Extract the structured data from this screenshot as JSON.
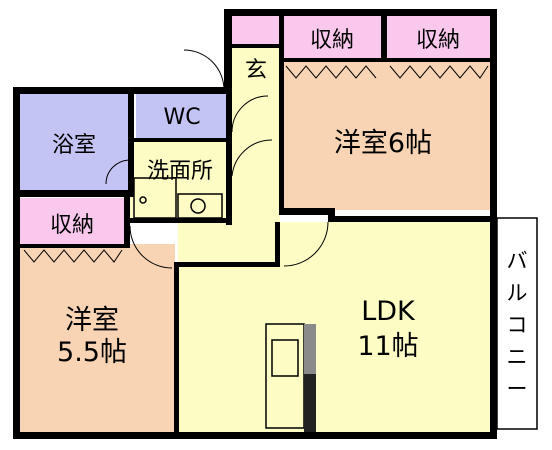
{
  "colors": {
    "bedroom": "#f9d4b4",
    "ldk": "#fcfcc4",
    "bath": "#c4c4f4",
    "closet": "#f9c8ec",
    "hall": "#fcfcc4",
    "balcony": "#ffffff",
    "wall": "#000000"
  },
  "rooms": {
    "storage_top_left": "収納",
    "storage_top_right": "収納",
    "entrance": "玄",
    "wc": "WC",
    "bath": "浴室",
    "washroom": "洗面所",
    "bedroom_6": {
      "name": "洋室",
      "size": "6帖"
    },
    "storage_left": "収納",
    "bedroom_55": {
      "name": "洋室",
      "size": "5.5帖"
    },
    "ldk": {
      "name": "LDK",
      "size": "11帖"
    },
    "balcony": [
      "バ",
      "ル",
      "コ",
      "ニ",
      "ー"
    ]
  }
}
